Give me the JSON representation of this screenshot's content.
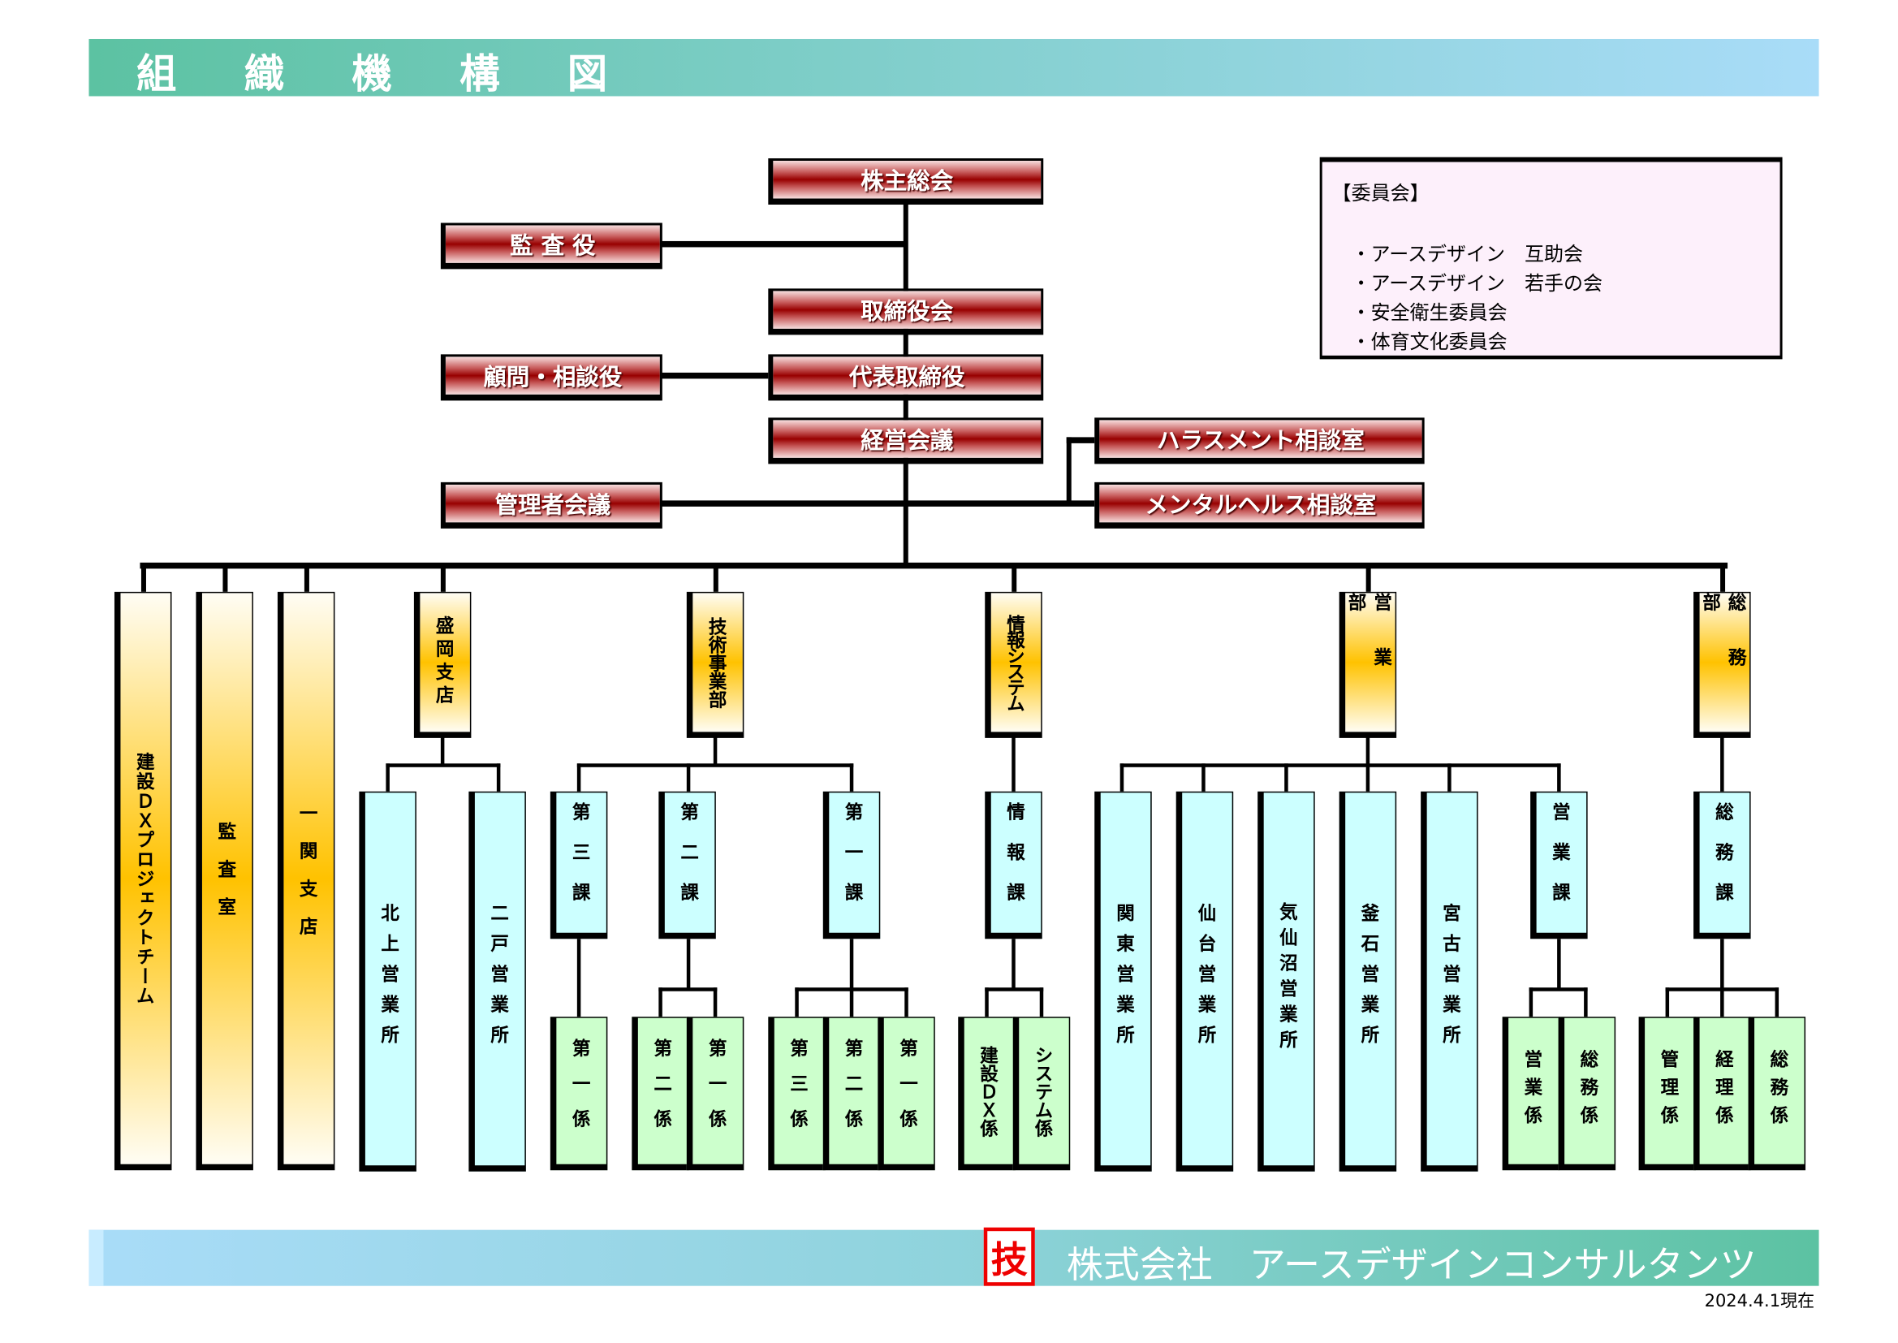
{
  "title": "組 織 機 構 図",
  "executive": {
    "shareholders": "株主総会",
    "auditor": "監 査 役",
    "board": "取締役会",
    "advisor": "顧問・相談役",
    "representative": "代表取締役",
    "management_meeting": "経営会議",
    "harassment": "ハラスメント相談室",
    "mental_health": "メンタルヘルス相談室",
    "managers_meeting": "管理者会議"
  },
  "committee": {
    "heading": "【委員会】",
    "items": [
      "・アースデザイン　互助会",
      "・アースデザイン　若手の会",
      "・安全衛生委員会",
      "・体育文化委員会"
    ]
  },
  "departments": {
    "dx_team": "建設ＤＸプロジェクトチーム",
    "audit_office": "監査室",
    "ichinoseki": "一関支店",
    "morioka": {
      "name": "盛岡支店",
      "offices": [
        "北上営業所",
        "二戸営業所"
      ]
    },
    "engineering": {
      "name": "技術事業部",
      "sections": [
        {
          "name": "第三課",
          "units": [
            "第一係"
          ]
        },
        {
          "name": "第二課",
          "units": [
            "第二係",
            "第一係"
          ]
        },
        {
          "name": "第一課",
          "units": [
            "第三係",
            "第二係",
            "第一係"
          ]
        }
      ]
    },
    "info_system": {
      "name": "情報システム",
      "section": "情報課",
      "units": [
        "建設ＤＸ係",
        "システム係"
      ]
    },
    "sales": {
      "name": "営業部",
      "offices": [
        "関東営業所",
        "仙台営業所",
        "気仙沼営業所",
        "釜石営業所",
        "宮古営業所"
      ],
      "section": "営業課",
      "units": [
        "営業係",
        "総務係"
      ]
    },
    "general_affairs": {
      "name": "総務部",
      "section": "総務課",
      "units": [
        "管理係",
        "経理係",
        "総務係"
      ]
    }
  },
  "footer": {
    "logo_char": "技",
    "company": "株式会社　アースデザインコンサルタンツ",
    "date": "2024.4.1現在"
  },
  "colors": {
    "executive_red": "#980000",
    "department_orange": "#ffc200",
    "section_cyan": "#ccffff",
    "unit_green": "#ccffcc"
  }
}
